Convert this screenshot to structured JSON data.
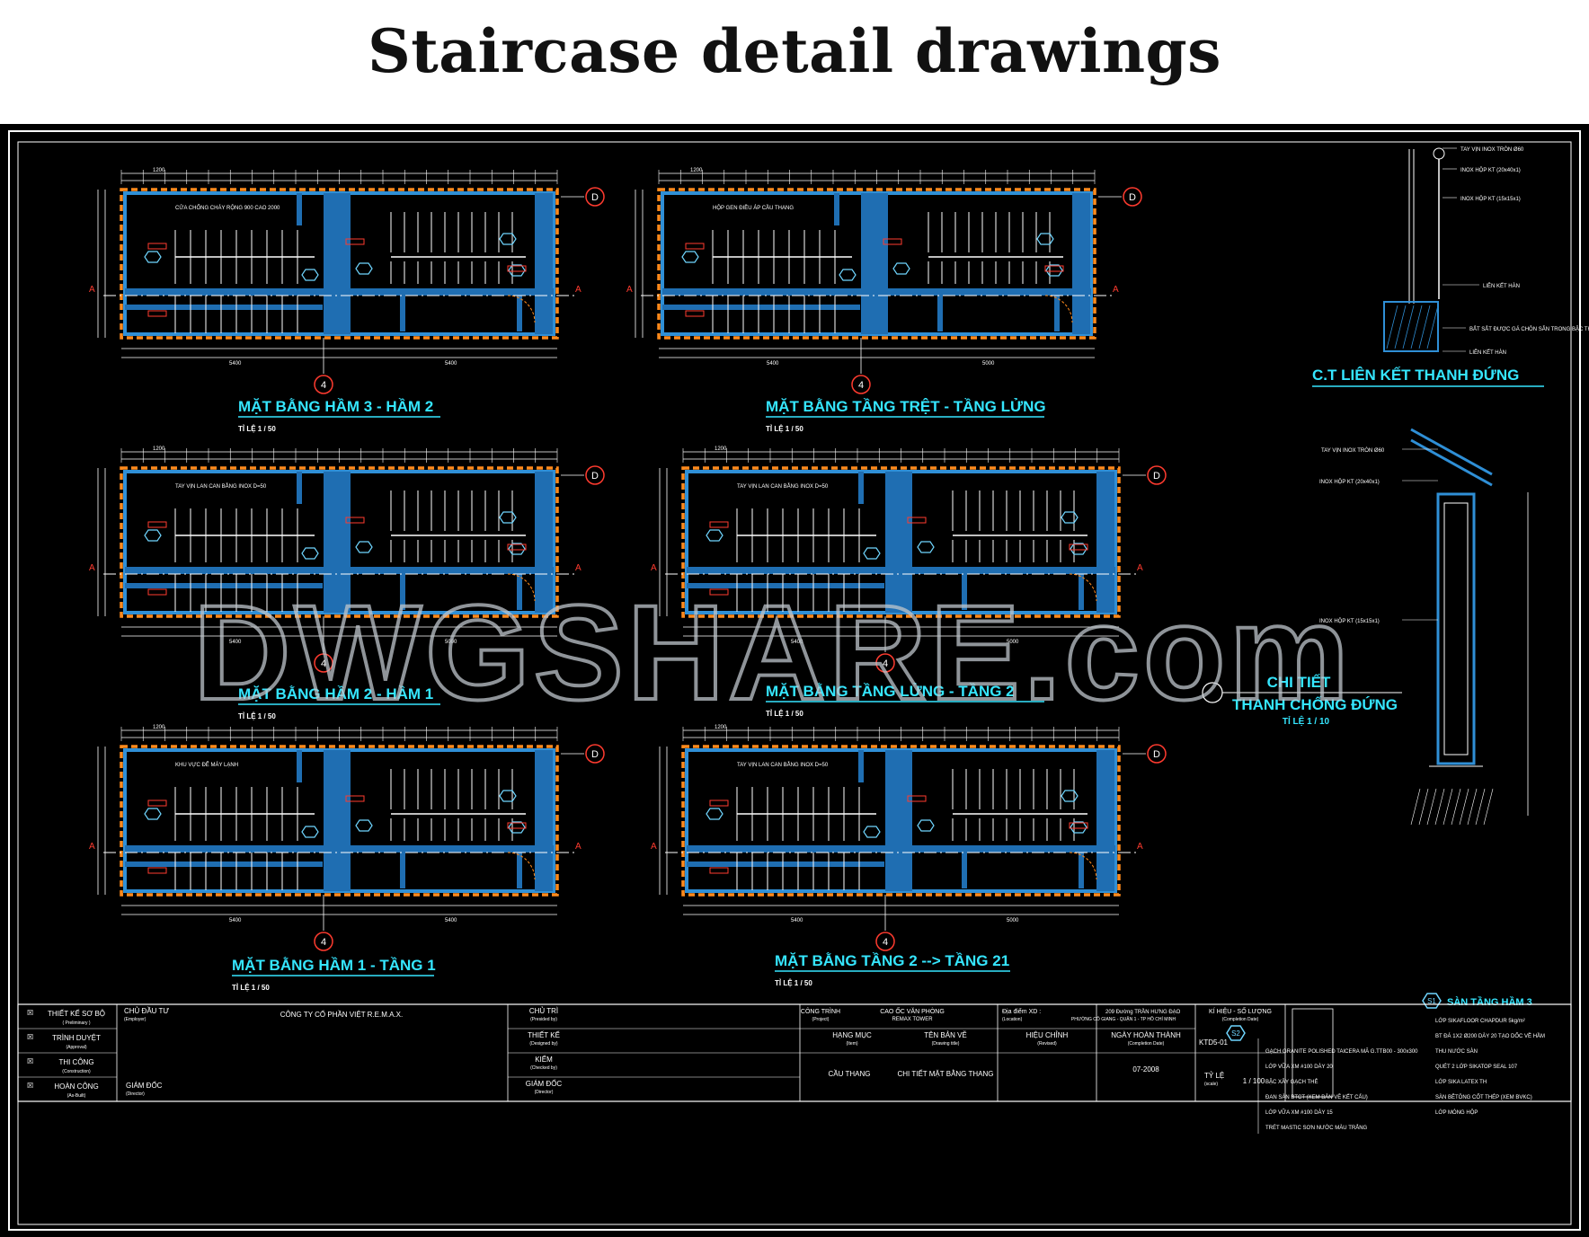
{
  "page_title": "Staircase detail drawings",
  "watermark": "DWGSHARE.com",
  "colors": {
    "background": "#000000",
    "wall": "#2f8fd6",
    "wall_fill": "#1f6eb2",
    "dashed_boundary": "#ff8a1c",
    "title_text": "#35e6ff",
    "dimension": "#ffffff",
    "level_marker": "#ff3b2f",
    "axis_marker": "#ff3b2f",
    "room_tag": "#6fd6ff"
  },
  "plans": [
    {
      "title": "MẶT BẰNG HẦM 3 - HẦM 2",
      "scale": "TỈ LỆ 1 / 50",
      "dim_top": "1200",
      "dim_left": "5400",
      "dim_right": "5400",
      "note": "CỬA CHỐNG CHÁY RỘNG 900 CAO 2000"
    },
    {
      "title": "MẶT BẰNG TẦNG TRỆT - TẦNG LỬNG",
      "scale": "TỈ LỆ 1 / 50",
      "dim_top": "1200",
      "dim_left": "5400",
      "dim_right": "5000",
      "note": "HỘP GEN ĐIỀU ÁP CẦU THANG"
    },
    {
      "title": "MẶT BẰNG HẦM 2 - HẦM 1",
      "scale": "TỈ LỆ 1 / 50",
      "dim_top": "1200",
      "dim_left": "5400",
      "dim_right": "5000",
      "note": "TAY VỊN LAN CAN BẰNG INOX D=50"
    },
    {
      "title": "MẶT BẰNG TẦNG LỬNG - TẦNG 2",
      "scale": "TỈ LỆ 1 / 50",
      "dim_top": "1200",
      "dim_left": "5400",
      "dim_right": "5000",
      "note": "TAY VỊN LAN CAN BẰNG INOX D=50"
    },
    {
      "title": "MẶT BẰNG HẦM 1 - TẦNG 1",
      "scale": "TỈ LỆ 1 / 50",
      "dim_top": "1200",
      "dim_left": "5400",
      "dim_right": "5400",
      "note": "KHU VỰC ĐỂ MÁY LẠNH"
    },
    {
      "title": "MẶT BẰNG TẦNG 2 --> TẦNG 21",
      "scale": "TỈ LỆ 1 / 50",
      "dim_top": "1200",
      "dim_left": "5400",
      "dim_right": "5000",
      "note": "TAY VỊN LAN CAN BẰNG INOX D=50"
    }
  ],
  "axis_labels": {
    "row": "D",
    "column": "4",
    "section": "A"
  },
  "detail_connection": {
    "title": "C.T LIÊN KẾT THANH ĐỨNG",
    "notes": [
      "TAY VỊN INOX TRÒN Ø60",
      "INOX HỘP KT (20x40x1)",
      "INOX HỘP KT (15x15x1)",
      "LIÊN KẾT HÀN",
      "BẮT SẮT ĐƯỢC GÁ CHÔN SẴN TRONG BẬC THANG",
      "LIÊN KẾT HÀN"
    ]
  },
  "detail_bar": {
    "title_line1": "CHI TIẾT",
    "title_line2": "THANH CHỐNG ĐỨNG",
    "scale": "TỈ LỆ 1 / 10",
    "notes": [
      "TAY VỊN INOX TRÒN Ø60",
      "INOX HỘP KT (20x40x1)",
      "INOX HỘP KT (15x15x1)"
    ]
  },
  "legend": {
    "tag": "S1",
    "title": "SÀN TẦNG HẦM 3",
    "items": [
      "LỚP SIKAFLOOR CHAPDUR 5kg/m²",
      "BT ĐÁ 1X2 Ø200 DÀY 20 TẠO DỐC VỀ HẦM",
      "THU NƯỚC SÀN",
      "QUÉT 2 LỚP SIKATOP SEAL 107",
      "LỚP SIKA LATEX TH",
      "SÀN BÊTÔNG CỐT THÉP (XEM BVKC)",
      "LỚP MÓNG HỘP"
    ]
  },
  "legend2": {
    "tag": "S2",
    "items": [
      "GẠCH GRANITE POLISHED TAICERA MÃ G.TTB00 - 300x300",
      "LỚP VỮA XM #100 DÀY 20",
      "BẬC XÂY GẠCH THẺ",
      "ĐAN SÀN BTCT (XEM BẢN VẼ KẾT CẤU)",
      "LỚP VỮA XM #100 DÀY 15",
      "TRÉT MASTIC SƠN NƯỚC MÀU TRẮNG"
    ]
  },
  "title_block": {
    "rows_left": [
      {
        "label": "THIẾT KẾ SƠ BỘ",
        "sub": "( Preliminary )"
      },
      {
        "label": "TRÌNH DUYỆT",
        "sub": "(Approval)"
      },
      {
        "label": "THI CÔNG",
        "sub": "(Construction)"
      },
      {
        "label": "HOÀN CÔNG",
        "sub": "(As-Built)"
      }
    ],
    "owner_label": "CHỦ ĐẦU TƯ",
    "owner_sub": "(Employer)",
    "owner_name": "CÔNG TY CỔ PHẦN VIỆT R.E.M.A.X.",
    "director_label": "GIÁM ĐỐC",
    "director_sub": "(Director)",
    "chu_tri": "CHỦ TRÌ",
    "chu_tri_sub": "(Presided by)",
    "thiet_ke": "THIẾT KẾ",
    "thiet_ke_sub": "(Designed by)",
    "kiem": "KIỂM",
    "kiem_sub": "(Checked by)",
    "giam_doc2": "GIÁM ĐỐC",
    "giam_doc2_sub": "(Director)",
    "project_label": "CÔNG TRÌNH",
    "project_sub": "(Project)",
    "project_name1": "CAO ỐC VĂN PHÒNG",
    "project_name2": "REMAX TOWER",
    "location_label": "Địa điểm XD :",
    "location_sub": "(Location)",
    "location1": "209 Đường TRẦN HƯNG ĐẠO",
    "location2": "PHƯỜNG CÔ GIANG - QUẬN 1 - TP HỒ CHÍ MINH",
    "code_label": "KÍ HIỆU - SỐ LƯỢNG",
    "code_sub": "(Completion Date)",
    "item_label": "HẠNG MỤC",
    "item_sub": "(Item)",
    "item_value": "CẦU THANG",
    "drawing_label": "TÊN BẢN VẼ",
    "drawing_sub": "(Drawing title)",
    "drawing_value": "CHI TIẾT MẶT BẰNG THANG",
    "revised_label": "HIỆU CHỈNH",
    "revised_sub": "(Revised)",
    "date_label": "NGÀY HOÀN THÀNH",
    "date_sub": "(Completion Date)",
    "date_value": "07-2008",
    "drawing_no": "KTD5-01",
    "scale_label": "TỶ LỆ",
    "scale_sub": "(scale)",
    "scale_value": "1 / 100"
  }
}
